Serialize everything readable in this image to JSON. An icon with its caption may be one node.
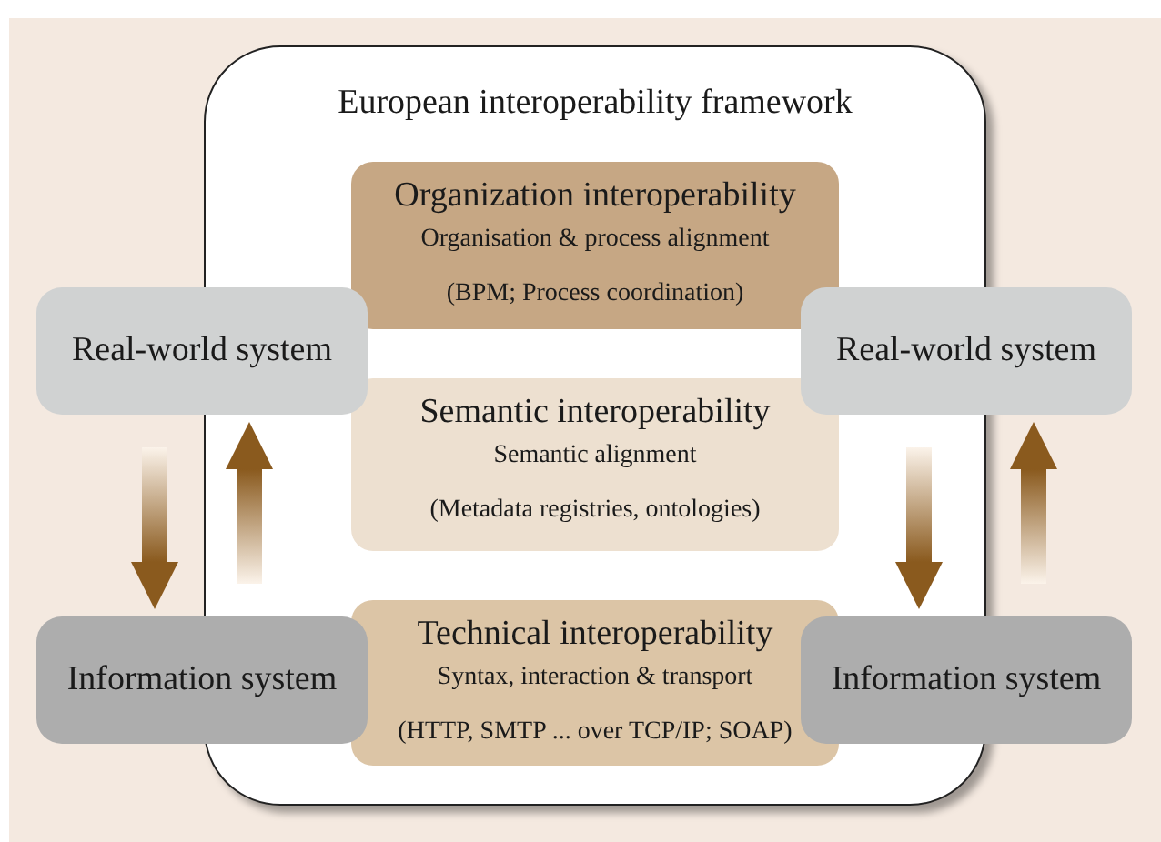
{
  "diagram": {
    "nodes": [
      {
        "text": [
          "European interoperability framework"
        ]
      },
      {
        "text": [
          "Organization interoperability",
          "Organisation & process alignment",
          "(BPM; Process coordination)"
        ],
        "in": 0
      },
      {
        "text": [
          "Semantic interoperability",
          "Semantic alignment",
          "(Metadata registries, ontologies)"
        ],
        "in": 0
      },
      {
        "text": [
          "Technical interoperability",
          "Syntax, interaction & transport",
          "(HTTP, SMTP ... over TCP/IP; SOAP)"
        ],
        "in": 0
      },
      {
        "text": [
          "Real-world system"
        ]
      },
      {
        "text": [
          "Real-world system"
        ]
      },
      {
        "text": [
          "Information system"
        ]
      },
      {
        "text": [
          "Information system"
        ]
      }
    ],
    "edges": [
      {
        "from": 4,
        "to": 6,
        "arrow": "to",
        "style": "thick"
      },
      {
        "from": 6,
        "to": 4,
        "arrow": "to",
        "style": "thick"
      },
      {
        "from": 5,
        "to": 7,
        "arrow": "to",
        "style": "thick"
      },
      {
        "from": 7,
        "to": 5,
        "arrow": "to",
        "style": "thick"
      }
    ]
  }
}
